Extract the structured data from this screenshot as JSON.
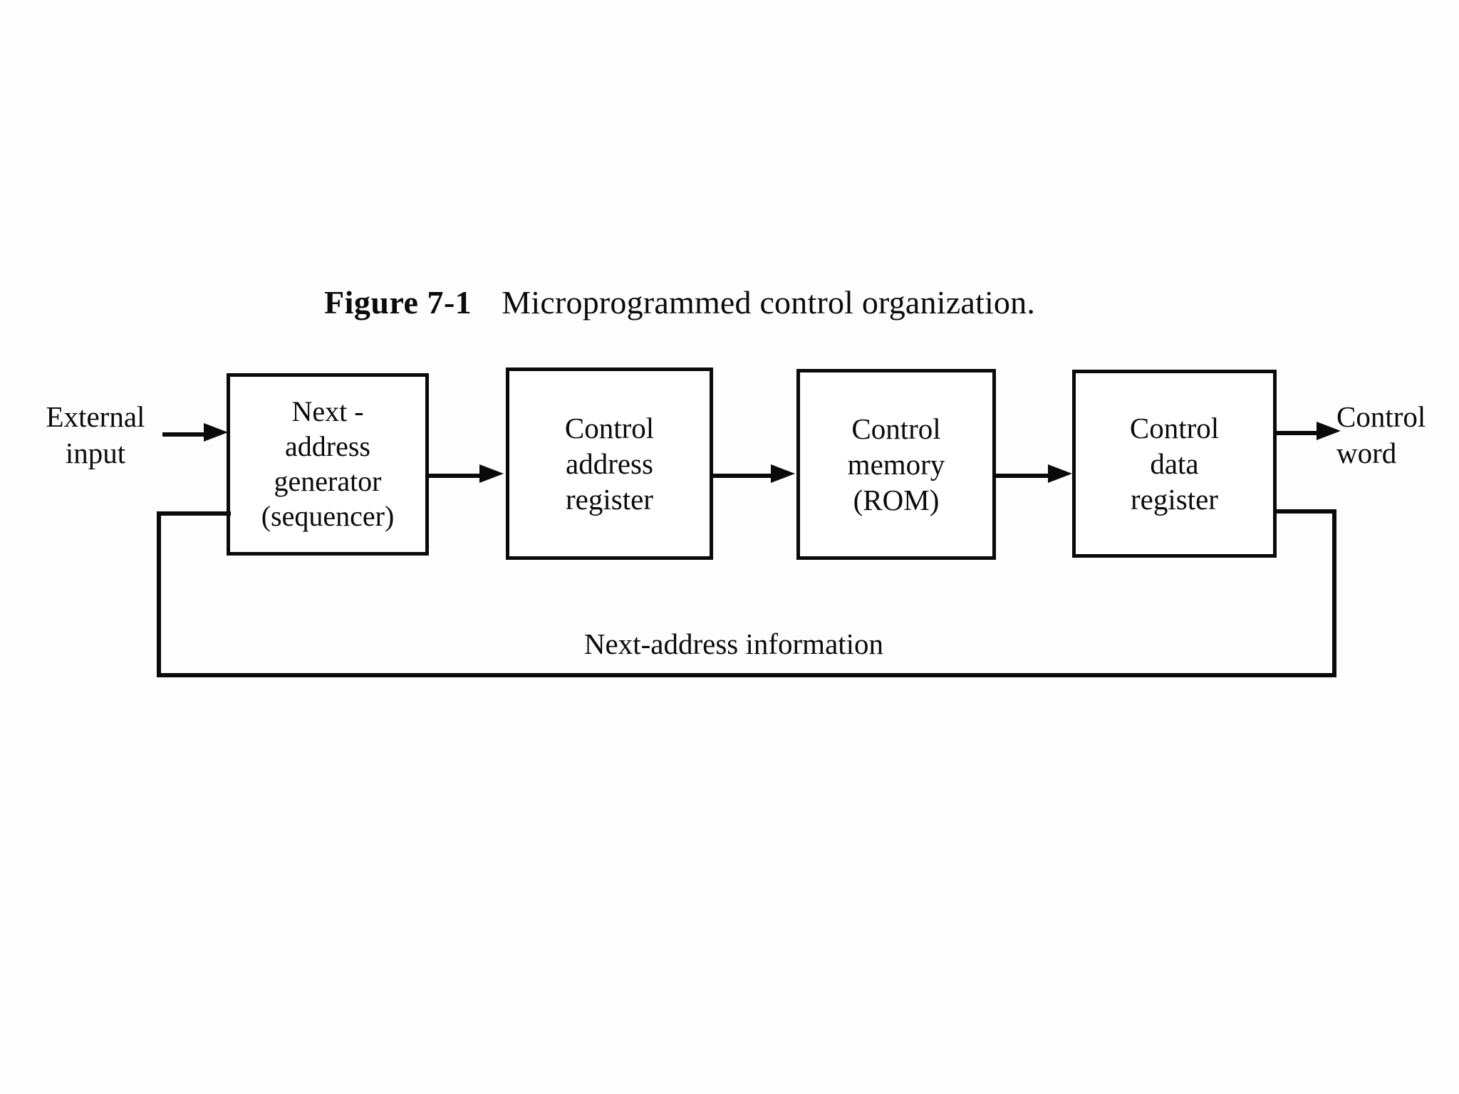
{
  "figure": {
    "number": "Figure 7-1",
    "caption": "Microprogrammed control organization."
  },
  "diagram": {
    "type": "block-diagram",
    "blocks": [
      {
        "id": "next-address-generator",
        "label": "Next -\naddress\ngenerator\n(sequencer)"
      },
      {
        "id": "control-address-register",
        "label": "Control\naddress\nregister"
      },
      {
        "id": "control-memory",
        "label": "Control\nmemory\n(ROM)"
      },
      {
        "id": "control-data-register",
        "label": "Control\ndata\nregister"
      }
    ],
    "labels": {
      "external_input": "External\ninput",
      "control_word": "Control\nword",
      "feedback": "Next-address information"
    },
    "connections": [
      {
        "from": "external-input",
        "to": "next-address-generator",
        "arrow": true
      },
      {
        "from": "next-address-generator",
        "to": "control-address-register",
        "arrow": true
      },
      {
        "from": "control-address-register",
        "to": "control-memory",
        "arrow": true
      },
      {
        "from": "control-memory",
        "to": "control-data-register",
        "arrow": true
      },
      {
        "from": "control-data-register",
        "to": "control-word",
        "arrow": true
      },
      {
        "from": "control-data-register",
        "to": "next-address-generator",
        "arrow": false,
        "path": "feedback-loop"
      }
    ],
    "colors": {
      "line": "#0a0a0a",
      "background": "#fdfdfd",
      "text": "#0b0b0b"
    }
  }
}
